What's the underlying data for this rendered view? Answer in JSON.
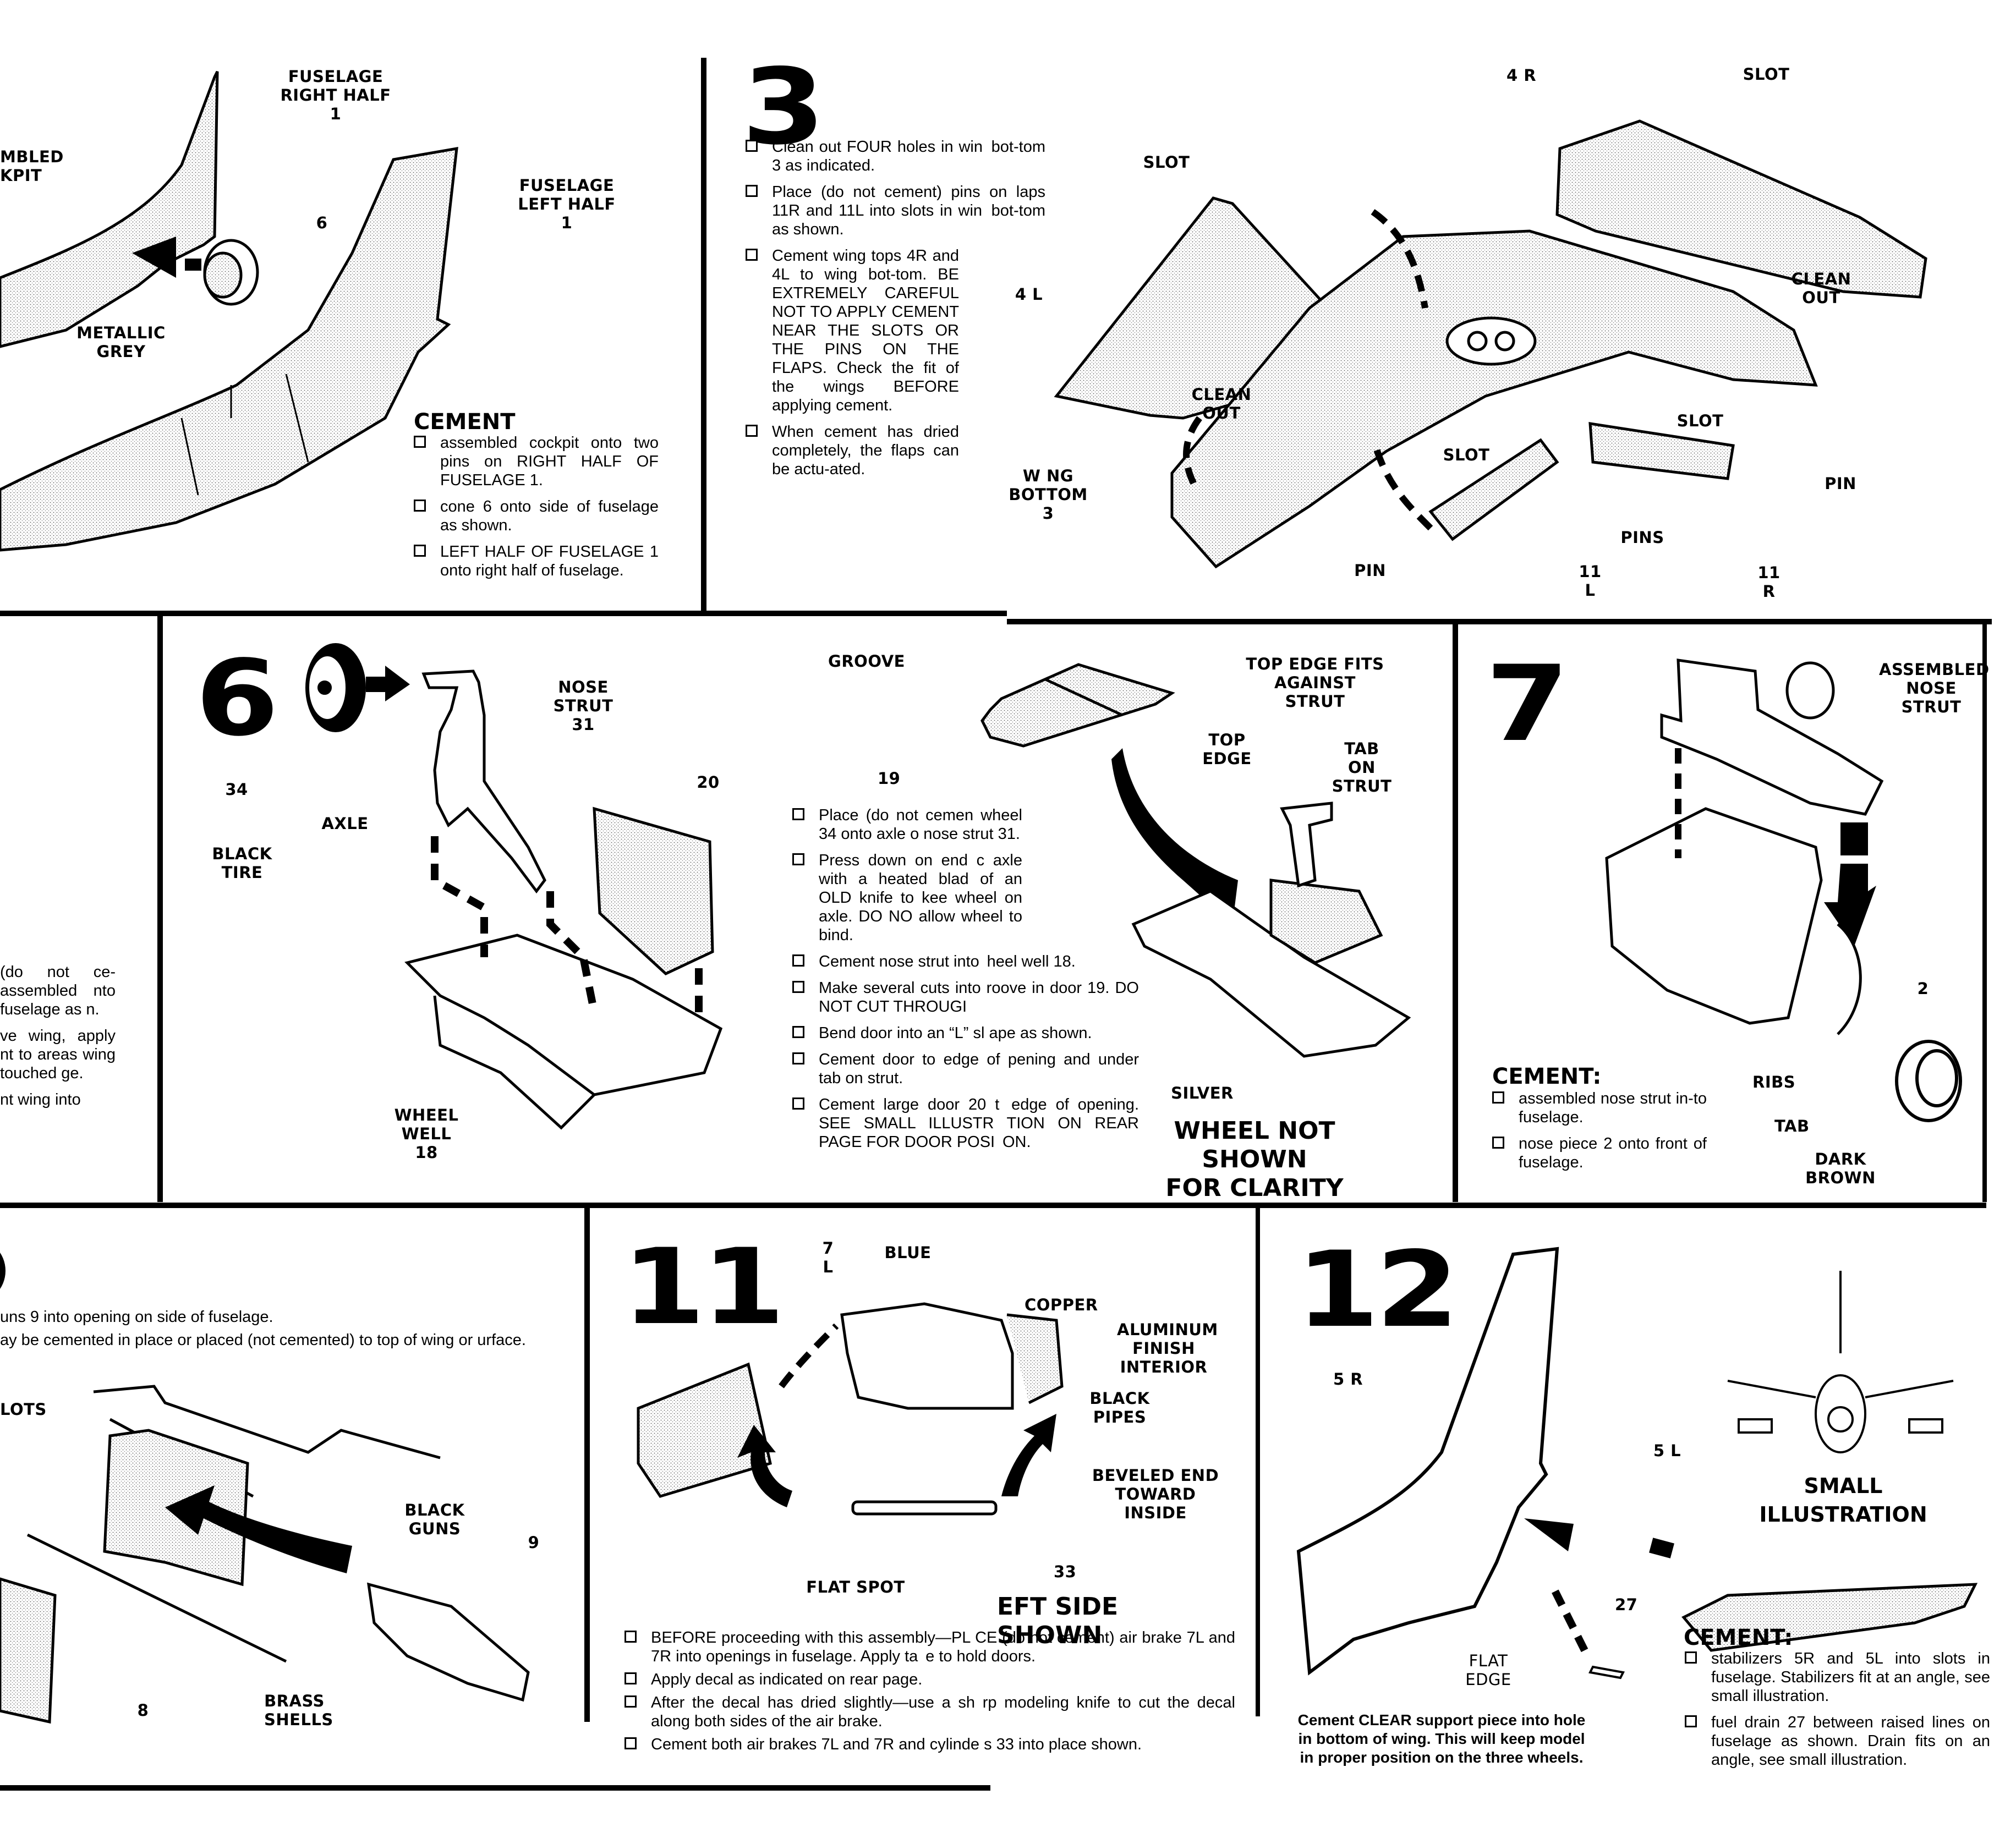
{
  "document": {
    "type": "model kit assembly instructions",
    "panels": {
      "partial_top_left": {
        "labels": {
          "fuselage_right_half": "FUSELAGE\nRIGHT HALF\n1",
          "fuselage_left_half": "FUSELAGE\nLEFT HALF\n1",
          "assembled_cockpit_partial": "MBLED\nKPIT",
          "part_6": "6",
          "metallic_grey": "METALLIC GREY"
        },
        "cement_heading": "CEMENT",
        "steps": [
          "assembled cockpit onto two pins on RIGHT HALF OF FUSELAGE 1.",
          "cone 6 onto side of fuselage as shown.",
          "LEFT HALF OF FUSELAGE 1 onto right half of fuselage."
        ]
      },
      "step_3": {
        "number": "3",
        "steps": [
          "Clean out FOUR holes in win  bot-tom 3 as indicated.",
          "Place (do not cement) pins on  laps 11R and 11L into slots in win  bot-tom as shown.",
          "Cement wing tops 4R and 4L to wing bot-tom. BE EXTREMELY CAREFUL NOT TO APPLY CEMENT NEAR THE SLOTS OR THE PINS ON THE FLAPS. Check the fit of the wings BEFORE applying cement.",
          "When cement has dried completely, the flaps can be actu-ated."
        ],
        "labels": {
          "slot_a": "SLOT",
          "slot_b": "SLOT",
          "slot_c": "SLOT",
          "slot_d": "SLOT",
          "part_4l": "4 L",
          "part_4r": "4 R",
          "clean_out_a": "CLEAN\nOUT",
          "clean_out_b": "CLEAN\nOUT",
          "wing_bottom": "W NG BOTTOM\n3",
          "pin_a": "PIN",
          "pin_b": "PIN",
          "pins": "PINS",
          "part_11l": "11 L",
          "part_11r": "11 R"
        }
      },
      "partial_mid_left": {
        "steps_fragments": [
          "(do not ce- assembled nto fuselage as n.",
          "ve wing, apply nt to areas wing touched ge.",
          "nt wing into"
        ]
      },
      "step_6": {
        "number": "6",
        "labels": {
          "part_34": "34",
          "black_tire": "BLACK TIRE",
          "axle": "AXLE",
          "nose_strut": "NOSE STRUT\n31",
          "part_20": "20",
          "wheel_well": "WHEEL\nWELL\n18",
          "groove": "GROOVE",
          "top_edge_fits": "TOP EDGE FITS\nAGAINST STRUT",
          "part_19": "19",
          "top_edge": "TOP EDGE",
          "tab_on_strut": "TAB\nON STRUT",
          "silver": "SILVER"
        },
        "steps": [
          "Place (do not cemen wheel 34 onto axle o nose strut 31.",
          "Press down on end c axle with a heated blad of an OLD knife to kee wheel on axle. DO NO allow wheel to bind.",
          "Cement nose strut into  heel well 18.",
          "Make several cuts into  roove in door 19. DO NOT CUT THROUGI",
          "Bend door into an “L” sl ape as shown.",
          "Cement door to edge of  pening and under tab on strut.",
          "Cement large door 20 t  edge of opening. SEE SMALL ILLUSTR TION ON REAR PAGE FOR DOOR POSI  ON."
        ],
        "note": "WHEEL NOT SHOWN\nFOR CLARITY"
      },
      "step_7": {
        "number": "7",
        "labels": {
          "assembled_nose_strut": "ASSEMBLED\nNOSE STRUT",
          "part_2": "2",
          "ribs": "RIBS",
          "tab": "TAB",
          "dark_brown": "DARK BROWN"
        },
        "cement_heading": "CEMENT:",
        "steps": [
          "assembled nose strut in-to fuselage.",
          "nose piece 2 onto front of fuselage."
        ]
      },
      "step_10_partial": {
        "steps_fragments": [
          "uns 9 into opening on side of fuselage.",
          "ay be cemented in place or placed (not cemented) to top of wing or urface."
        ],
        "labels": {
          "slots": "LOTS",
          "black_guns": "BLACK\nGUNS",
          "part_9": "9",
          "brass_shells": "BRASS\nSHELLS",
          "part_8": "8"
        }
      },
      "step_11": {
        "number": "11",
        "labels": {
          "part_7l": "7 L",
          "blue": "BLUE",
          "copper": "COPPER",
          "aluminum_finish_interior": "ALUMINUM\nFINISH\nINTERIOR",
          "black_pipes": "BLACK\nPIPES",
          "beveled_end": "BEVELED END\nTOWARD INSIDE",
          "part_33": "33",
          "flat_spot": "FLAT SPOT"
        },
        "note": "EFT SIDE SHOWN",
        "steps": [
          "BEFORE proceeding with this assembly—PL  CE (do not cement) air brake 7L and 7R into openings in fuselage. Apply ta  e to hold doors.",
          "Apply decal as indicated on rear page.",
          "After the decal has dried slightly—use a sh  rp modeling knife to cut the decal along both sides of the air brake.",
          "Cement both air brakes 7L and 7R and cylinde  s 33 into place shown."
        ]
      },
      "step_12": {
        "number": "12",
        "labels": {
          "part_5r": "5 R",
          "part_5l": "5 L",
          "small_illustration": "SMALL ILLUSTRATION",
          "part_27": "27",
          "flat_edge": "FLAT\nEDGE"
        },
        "support_note": "Cement CLEAR support piece into hole\nin bottom of wing. This will keep model\nin proper position on the three wheels.",
        "cement_heading": "CEMENT:",
        "steps": [
          "stabilizers 5R and 5L into slots in fuselage. Stabilizers fit at an angle, see small illustration.",
          "fuel drain 27 between raised lines on fuselage as shown. Drain fits on an angle, see small illustration."
        ]
      }
    }
  }
}
